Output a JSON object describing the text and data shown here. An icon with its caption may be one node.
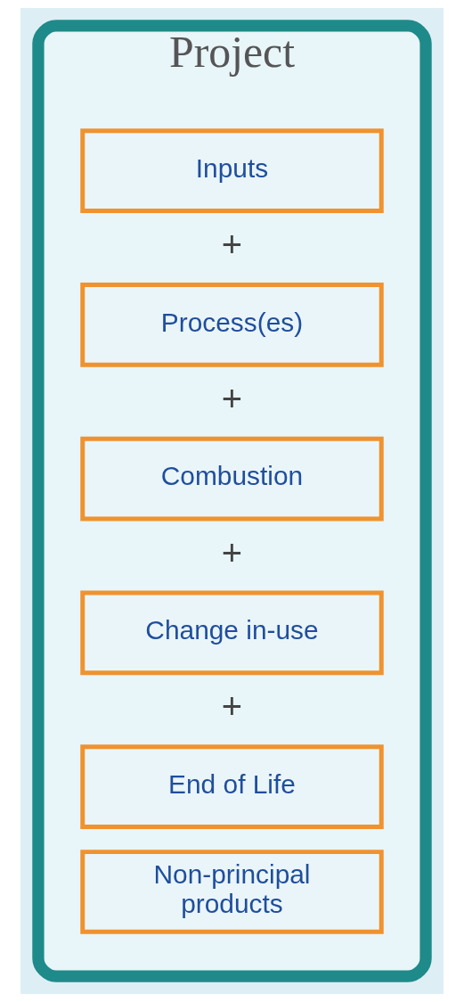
{
  "diagram": {
    "nodes": [
      {
        "text": [
          "Project"
        ]
      },
      {
        "text": [
          "Inputs"
        ],
        "in": 0
      },
      {
        "text": [
          "Process(es)"
        ],
        "in": 0
      },
      {
        "text": [
          "Combustion"
        ],
        "in": 0
      },
      {
        "text": [
          "Change in-use"
        ],
        "in": 0
      },
      {
        "text": [
          "End of Life"
        ],
        "in": 0
      },
      {
        "text": [
          "Non-principal products"
        ],
        "in": 0
      }
    ],
    "labels": [
      "+",
      "+",
      "+",
      "+"
    ]
  }
}
